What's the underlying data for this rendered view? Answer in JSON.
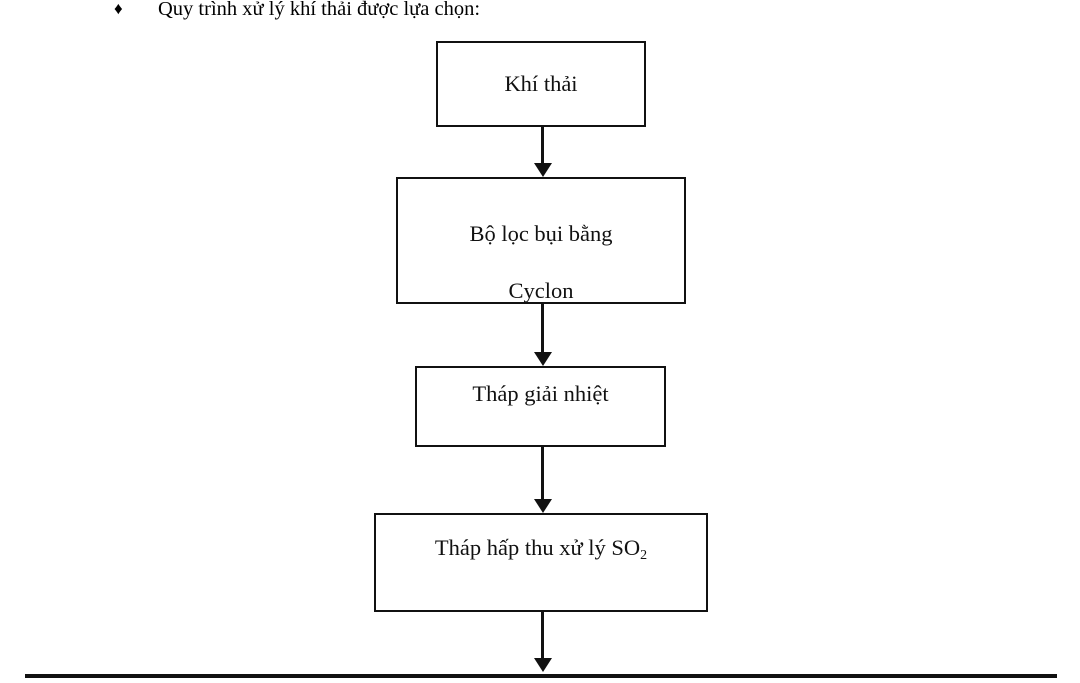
{
  "heading": {
    "bullet": "♦",
    "text": "Quy trình xử lý khí thải được lựa chọn:"
  },
  "colors": {
    "stroke": "#111111",
    "background": "#ffffff",
    "text": "#111111"
  },
  "flowchart": {
    "type": "flowchart",
    "direction": "top-to-bottom",
    "nodes": [
      {
        "id": "node-1",
        "label": "Khí thải"
      },
      {
        "id": "node-2",
        "label": "Bộ lọc bụi bằng\nCyclon"
      },
      {
        "id": "node-3",
        "label": "Tháp giải nhiệt"
      },
      {
        "id": "node-4",
        "label_prefix": "Tháp hấp thu xử lý SO",
        "label_sub": "2"
      }
    ],
    "connectors": [
      {
        "id": "arrow-1",
        "from": "node-1",
        "to": "node-2",
        "glyph": "arrow-down"
      },
      {
        "id": "arrow-2",
        "from": "node-2",
        "to": "node-3",
        "glyph": "arrow-down"
      },
      {
        "id": "arrow-3",
        "from": "node-3",
        "to": "node-4",
        "glyph": "arrow-down"
      },
      {
        "id": "arrow-4",
        "from": "node-4",
        "to": "page-bottom",
        "glyph": "arrow-down"
      }
    ]
  }
}
